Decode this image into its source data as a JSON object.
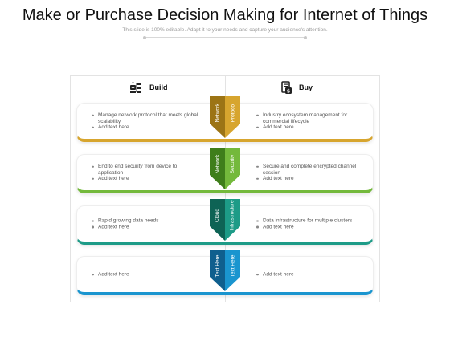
{
  "header": {
    "title": "Make or Purchase Decision Making for Internet of Things",
    "subtitle": "This slide is 100% editable. Adapt it to your needs and capture your audience's attention."
  },
  "columns": {
    "build": {
      "label": "Build",
      "icon": "robot-build-icon"
    },
    "buy": {
      "label": "Buy",
      "icon": "buy-receipt-icon"
    }
  },
  "rows": [
    {
      "color": "#d7a52e",
      "dark": "#9c7415",
      "left_items": [
        "Manage network protocol that meets global scalability",
        "Add text here"
      ],
      "right_items": [
        "Industry ecosystem management for commercial lifecycle",
        "Add text here"
      ],
      "arrow_left": "Network",
      "arrow_right": "Protocol"
    },
    {
      "color": "#74b93c",
      "dark": "#3f7e1b",
      "left_items": [
        "End to end security from device to application",
        "Add text here"
      ],
      "right_items": [
        "Secure and complete encrypted channel session",
        "Add text here"
      ],
      "arrow_left": "Network",
      "arrow_right": "Security"
    },
    {
      "color": "#1d9b87",
      "dark": "#0e6355",
      "left_items": [
        "Rapid growing data needs",
        "Add text here"
      ],
      "right_items": [
        "Data infrastructure for multiple clusters",
        "Add text here"
      ],
      "arrow_left": "Cloud",
      "arrow_right": "Infrastructure"
    },
    {
      "color": "#1a95cf",
      "dark": "#0f5f8e",
      "left_items": [
        "Add text here"
      ],
      "right_items": [
        "Add text here"
      ],
      "arrow_left": "Text Here",
      "arrow_right": "Text Here"
    }
  ]
}
